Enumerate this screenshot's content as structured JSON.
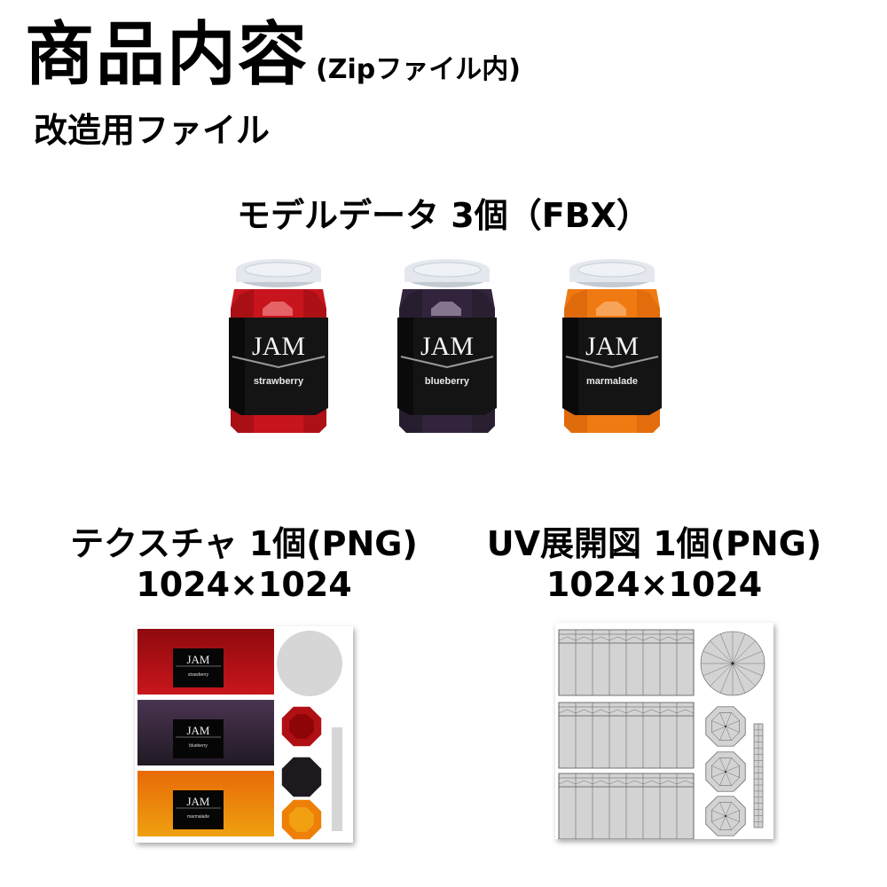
{
  "header": {
    "title": "商品内容",
    "title_note": "(Zipファイル内)",
    "subtitle": "改造用ファイル"
  },
  "models": {
    "heading": "モデルデータ 3個（FBX）",
    "jars": [
      {
        "brand": "JAM",
        "flavor": "strawberry",
        "color": "#c8141c",
        "dark": "#8e0c12",
        "light": "#e86a70"
      },
      {
        "brand": "JAM",
        "flavor": "blueberry",
        "color": "#33243e",
        "dark": "#1c1a22",
        "light": "#8c7f96"
      },
      {
        "brand": "JAM",
        "flavor": "marmalade",
        "color": "#f07a12",
        "dark": "#d25e08",
        "light": "#f8a860"
      }
    ],
    "lid_color": "#e4e8ee"
  },
  "texture": {
    "heading_line1": "テクスチャ 1個(PNG)",
    "heading_line2": "1024×1024",
    "labels": [
      {
        "brand": "JAM",
        "flavor": "strawberry",
        "top": "#8e0a0e",
        "bottom": "#c8161c"
      },
      {
        "brand": "JAM",
        "flavor": "blueberry",
        "top": "#4a3450",
        "bottom": "#201a24"
      },
      {
        "brand": "JAM",
        "flavor": "marmalade",
        "top": "#e86a08",
        "bottom": "#eea010"
      }
    ],
    "lid_color": "#d6d6d6",
    "bases": [
      "#b01014",
      "#1c1a1e",
      "#ee8008"
    ]
  },
  "uv": {
    "heading_line1": "UV展開図 1個(PNG)",
    "heading_line2": "1024×1024",
    "fill": "#d3d3d3",
    "line": "#555555"
  }
}
